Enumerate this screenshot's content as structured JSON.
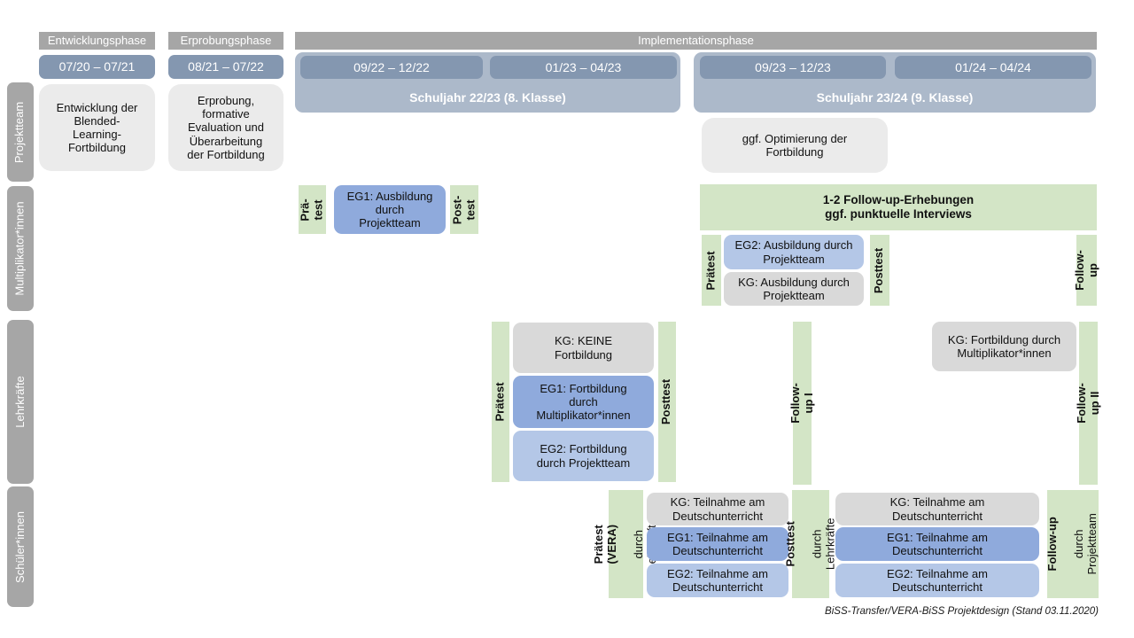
{
  "palette": {
    "header_gray": "#a6a6a6",
    "light_gray_box": "#ebebeb",
    "kg_gray": "#d9d9d9",
    "date_blue": "#8497b0",
    "schuljahr_blue": "#acb9ca",
    "eg1_blue": "#8faadc",
    "eg2_blue": "#b4c7e7",
    "green": "#d3e5c6",
    "header_text": "#ffffff",
    "body_text": "#111111"
  },
  "phases": {
    "entwicklung": {
      "title": "Entwicklungsphase",
      "date": "07/20 – 07/21"
    },
    "erprobung": {
      "title": "Erprobungsphase",
      "date": "08/21 – 07/22"
    },
    "implementation": {
      "title": "Implementationsphase",
      "schuljahr1": {
        "label": "Schuljahr 22/23 (8. Klasse)",
        "dates": [
          "09/22 – 12/22",
          "01/23 – 04/23"
        ]
      },
      "schuljahr2": {
        "label": "Schuljahr 23/24 (9. Klasse)",
        "dates": [
          "09/23 – 12/23",
          "01/24 – 04/24"
        ]
      }
    }
  },
  "row_labels": {
    "projektteam": "Projektteam",
    "multiplikatoren": "Multiplikator*innen",
    "lehrkraefte": "Lehrkräfte",
    "schueler": "Schüler*innen"
  },
  "projektteam": {
    "entwicklung_box": "Entwicklung der\nBlended-\nLearning-\nFortbildung",
    "erprobung_box": "Erprobung,\nformative\nEvaluation und\nÜberarbeitung\nder Fortbildung",
    "optimierung_box": "ggf. Optimierung der\nFortbildung"
  },
  "multiplikatoren": {
    "praetest1": "Prä-\ntest",
    "eg1": "EG1: Ausbildung\ndurch\nProjektteam",
    "posttest1": "Post-\ntest",
    "followup_box": "1-2 Follow-up-Erhebungen\nggf. punktuelle Interviews",
    "praetest2": "Prätest",
    "eg2": "EG2: Ausbildung durch\nProjektteam",
    "kg": "KG: Ausbildung durch\nProjektteam",
    "posttest2": "Posttest",
    "followup": "Follow-up"
  },
  "lehrkraefte": {
    "praetest": "Prätest",
    "kg": "KG: KEINE\nFortbildung",
    "eg1": "EG1: Fortbildung\ndurch\nMultiplikator*innen",
    "eg2": "EG2: Fortbildung\ndurch Projektteam",
    "posttest": "Posttest",
    "followup1": "Follow-up I",
    "kg2": "KG: Fortbildung durch\nMultiplikator*innen",
    "followup2": "Follow-up II"
  },
  "schueler": {
    "praetest_main": "Prätest (VERA)",
    "praetest_sub": "durch Lehrkräfte",
    "kg1": "KG: Teilnahme am\nDeutschunterricht",
    "eg1_1": "EG1: Teilnahme am\nDeutschunterricht",
    "eg2_1": "EG2: Teilnahme am\nDeutschunterricht",
    "posttest_main": "Posttest",
    "posttest_sub": "durch Lehrkräfte",
    "kg2": "KG: Teilnahme am\nDeutschunterricht",
    "eg1_2": "EG1: Teilnahme am\nDeutschunterricht",
    "eg2_2": "EG2: Teilnahme am\nDeutschunterricht",
    "followup_main": "Follow-up",
    "followup_sub": "durch\nProjektteam"
  },
  "caption": "BiSS-Transfer/VERA-BiSS Projektdesign (Stand 03.11.2020)"
}
